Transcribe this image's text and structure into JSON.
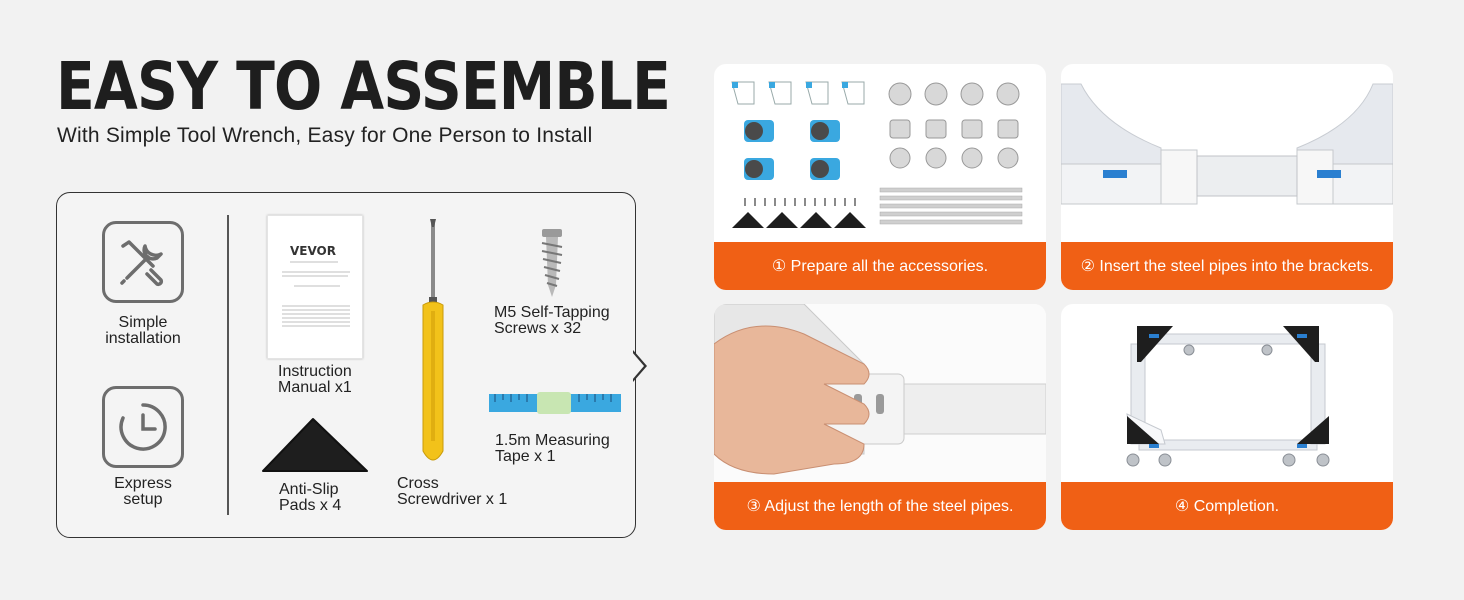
{
  "header": {
    "title": "EASY TO ASSEMBLE",
    "subtitle": "With Simple Tool Wrench, Easy for One Person to Install"
  },
  "features": [
    {
      "label_line1": "Simple",
      "label_line2": "installation",
      "icon": "wrench-screwdriver-icon"
    },
    {
      "label_line1": "Express",
      "label_line2": "setup",
      "icon": "clock-icon"
    }
  ],
  "accessories": {
    "manual": {
      "line1": "Instruction",
      "line2": "Manual x1",
      "brand": "VEVOR"
    },
    "screwdriver": {
      "line1": "Cross",
      "line2": "Screwdriver x 1"
    },
    "screws": {
      "line1": "M5 Self-Tapping",
      "line2": "Screws x 32"
    },
    "tape": {
      "line1": "1.5m Measuring",
      "line2": "Tape x 1"
    },
    "pads": {
      "line1": "Anti-Slip",
      "line2": "Pads x 4"
    }
  },
  "steps": [
    {
      "caption": "① Prepare all the accessories."
    },
    {
      "caption": "② Insert the steel pipes into the brackets."
    },
    {
      "caption": "③ Adjust the length of the steel pipes."
    },
    {
      "caption": "④ Completion."
    }
  ],
  "colors": {
    "accent": "#f06015",
    "screwdriver_handle": "#f2c21a",
    "tape": "#3aa8e0",
    "background": "#f2f2f2"
  }
}
